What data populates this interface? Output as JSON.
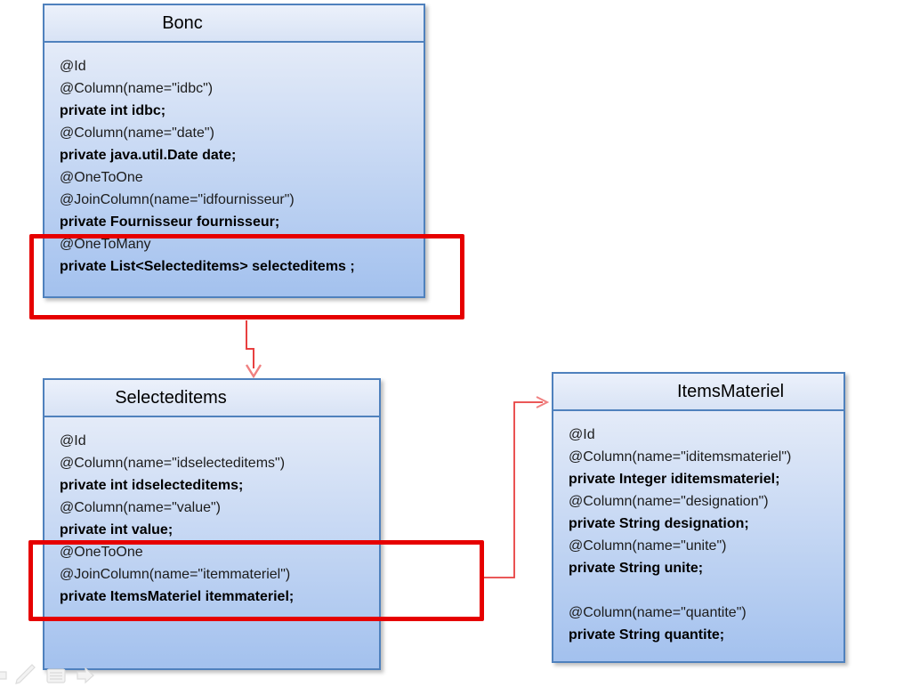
{
  "slide": {
    "colors": {
      "box_border": "#4f81bd",
      "box_body_top": "#e4ebf8",
      "box_body_bottom": "#a3c1ee",
      "highlight_rectangle": "#e60000",
      "connector_arrow": "#e84040",
      "arrowhead": "#f08080"
    },
    "entities": [
      {
        "title": "Bonc",
        "lines": [
          {
            "text": "@Id",
            "bold": false
          },
          {
            "text": "@Column(name=\"idbc\")",
            "bold": false
          },
          {
            "text": "private int idbc;",
            "bold": true
          },
          {
            "text": "@Column(name=\"date\")",
            "bold": false
          },
          {
            "text": "private java.util.Date date;",
            "bold": true
          },
          {
            "text": "@OneToOne",
            "bold": false
          },
          {
            "text": "@JoinColumn(name=\"idfournisseur\")",
            "bold": false
          },
          {
            "text": "private Fournisseur fournisseur;",
            "bold": true
          },
          {
            "text": "@OneToMany",
            "bold": false
          },
          {
            "text": "private List<Selecteditems> selecteditems ;",
            "bold": true
          }
        ]
      },
      {
        "title": "Selecteditems",
        "lines": [
          {
            "text": "@Id",
            "bold": false
          },
          {
            "text": "@Column(name=\"idselecteditems\")",
            "bold": false
          },
          {
            "text": "private int idselecteditems;",
            "bold": true
          },
          {
            "text": "@Column(name=\"value\")",
            "bold": false
          },
          {
            "text": "private int value;",
            "bold": true
          },
          {
            "text": "@OneToOne",
            "bold": false
          },
          {
            "text": "@JoinColumn(name=\"itemmateriel\")",
            "bold": false
          },
          {
            "text": "private ItemsMateriel itemmateriel;",
            "bold": true
          }
        ]
      },
      {
        "title": "ItemsMateriel",
        "lines": [
          {
            "text": "@Id",
            "bold": false
          },
          {
            "text": "@Column(name=\"iditemsmateriel\")",
            "bold": false
          },
          {
            "text": "private Integer iditemsmateriel;",
            "bold": true
          },
          {
            "text": "@Column(name=\"designation\")",
            "bold": false
          },
          {
            "text": "private String designation;",
            "bold": true
          },
          {
            "text": "@Column(name=\"unite\")",
            "bold": false
          },
          {
            "text": "private String unite;",
            "bold": true
          },
          {
            "text": "",
            "bold": false
          },
          {
            "text": "@Column(name=\"quantite\")",
            "bold": false
          },
          {
            "text": "private String quantite;",
            "bold": true
          }
        ]
      }
    ],
    "toolbar_icons": [
      "previous-slide",
      "pen",
      "slide-menu",
      "next-slide"
    ]
  }
}
